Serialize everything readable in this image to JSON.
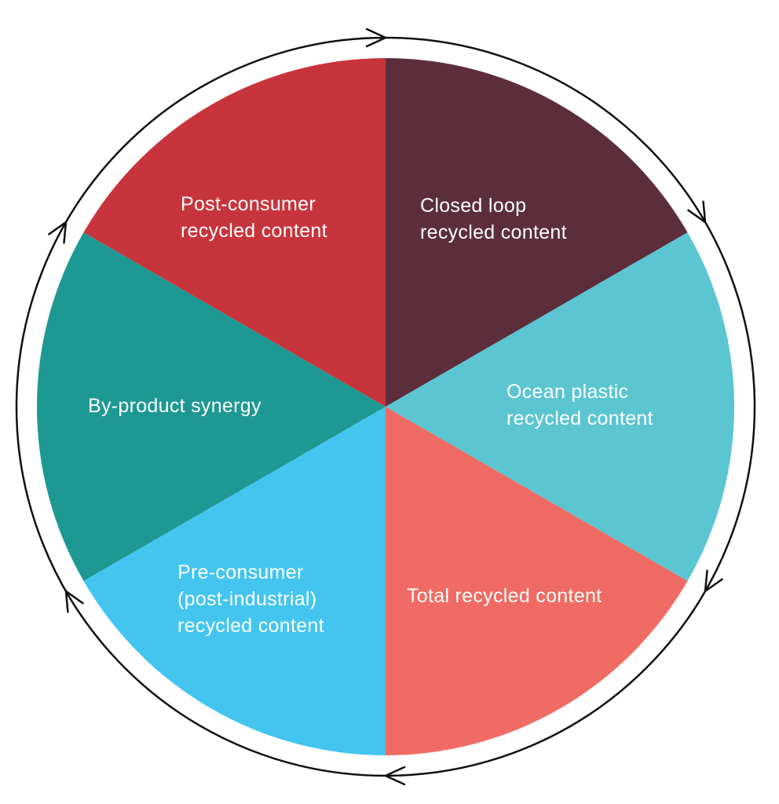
{
  "diagram": {
    "segments": [
      {
        "id": "closed-loop",
        "lines": [
          "Closed loop",
          "recycled content"
        ],
        "color": "#5c2e3c"
      },
      {
        "id": "ocean-plastic",
        "lines": [
          "Ocean plastic",
          "recycled content"
        ],
        "color": "#5bc5d2"
      },
      {
        "id": "total",
        "lines": [
          "Total recycled content"
        ],
        "color": "#f06b63"
      },
      {
        "id": "pre-consumer",
        "lines": [
          "Pre-consumer",
          "(post-industrial)",
          "recycled content"
        ],
        "color": "#43c5f0"
      },
      {
        "id": "by-product",
        "lines": [
          "By-product synergy"
        ],
        "color": "#1e9893"
      },
      {
        "id": "post-consumer",
        "lines": [
          "Post-consumer",
          "recycled content"
        ],
        "color": "#c8343c"
      }
    ],
    "cycle_direction": "clockwise",
    "ring_color": "#111111",
    "label_color": "#ffffff",
    "arrow_icon": "chevron-arrow-icon"
  }
}
